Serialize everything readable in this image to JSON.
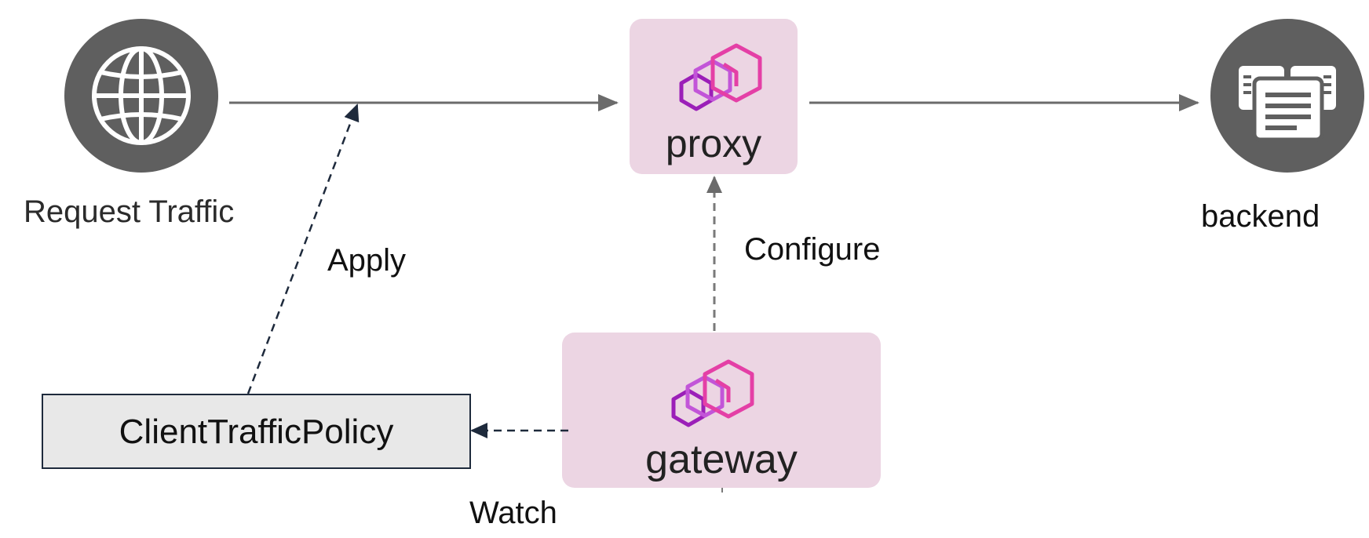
{
  "nodes": {
    "request_traffic": {
      "label": "Request Traffic",
      "icon": "globe-icon"
    },
    "proxy": {
      "label": "proxy",
      "icon": "envoy-logo-icon"
    },
    "backend": {
      "label": "backend",
      "icon": "server-stack-icon"
    },
    "gateway": {
      "label": "gateway",
      "icon": "envoy-logo-icon"
    },
    "policy": {
      "label": "ClientTrafficPolicy"
    }
  },
  "edges": {
    "apply": "Apply",
    "configure": "Configure",
    "watch": "Watch"
  },
  "colors": {
    "circle_fill": "#5f5f5f",
    "card_fill": "#ecd5e3",
    "policy_fill": "#e8e8e8",
    "policy_border": "#1e2a3c",
    "solid_arrow": "#6b6b6b",
    "dashed_dark": "#1e2a3c",
    "dashed_gray": "#7a7a7a",
    "logo_dark": "#9b1fb8",
    "logo_mid": "#c255d8",
    "logo_light": "#e43fa6"
  }
}
